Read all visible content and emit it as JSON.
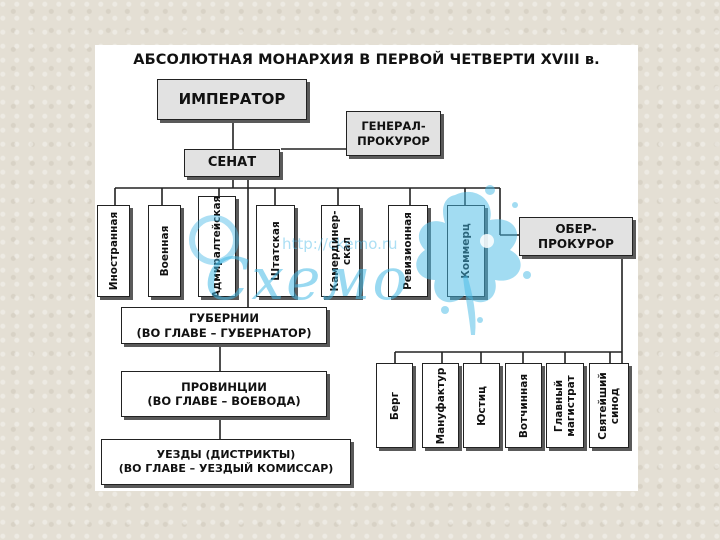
{
  "title": "АБСОЛЮТНАЯ МОНАРХИЯ В ПЕРВОЙ ЧЕТВЕРТИ XVIII в.",
  "emperor": "ИМПЕРАТОР",
  "procurator_general": [
    "ГЕНЕРАЛ-",
    "ПРОКУРОР"
  ],
  "senate": "СЕНАТ",
  "chief_procurator": [
    "ОБЕР-",
    "ПРОКУРОР"
  ],
  "colleges": [
    [
      "Иностранная"
    ],
    [
      "Военная"
    ],
    [
      "Адмиралтейская"
    ],
    [
      "Штатская"
    ],
    [
      "Камердинер-",
      "скал"
    ],
    [
      "Ревизионная"
    ],
    [
      "Коммерц"
    ]
  ],
  "colleges_right": [
    [
      "Берг"
    ],
    [
      "Мануфактур"
    ],
    [
      "Юстиц"
    ],
    [
      "Вотчинная"
    ],
    [
      "Главный",
      "магистрат"
    ],
    [
      "Святейший",
      "синод"
    ]
  ],
  "provinces": [
    "ГУБЕРНИИ",
    "(ВО ГЛАВЕ – ГУБЕРНАТОР)"
  ],
  "sub_provinces": [
    "ПРОВИНЦИИ",
    "(ВО ГЛАВЕ – ВОЕВОДА)"
  ],
  "districts": [
    "УЕЗДЫ (ДИСТРИКТЫ)",
    "(ВО ГЛАВЕ – УЕЗДЫЙ КОМИССАР)"
  ],
  "watermark": {
    "url": "http://ckemo.ru",
    "word": "Схемо"
  },
  "colors": {
    "background": "#e4dfd4",
    "box_gray": "#e2e2e2",
    "watermark": "#46b9e6"
  }
}
